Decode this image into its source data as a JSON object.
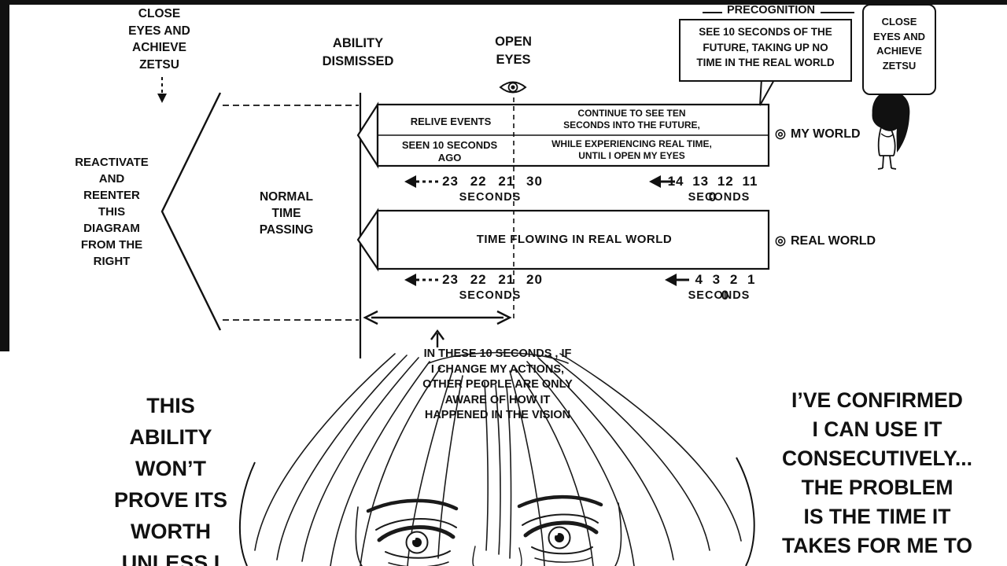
{
  "colors": {
    "ink": "#111111",
    "paper": "#ffffff"
  },
  "top": {
    "zetsu_note": "CLOSE\nEYES AND\nACHIEVE\nZETSU",
    "ability_dismissed": "ABILITY\nDISMISSED",
    "open_eyes": "OPEN\nEYES",
    "precognition_title": "PRECOGNITION",
    "precognition_body": "SEE 10 SECONDS OF THE\nFUTURE, TAKING UP NO\nTIME IN THE REAL WORLD",
    "zetsu_box": "CLOSE\nEYES AND\nACHIEVE\nZETSU"
  },
  "left_side": {
    "reactivate": "REACTIVATE\nAND\nREENTER\nTHIS\nDIAGRAM\nFROM THE\nRIGHT",
    "normal_time": "NORMAL\nTIME\nPASSING"
  },
  "my_world": {
    "bullet": "◎",
    "label": "MY WORLD",
    "relive_top": "RELIVE EVENTS",
    "relive_bottom": "SEEN 10 SECONDS\nAGO",
    "continue_top": "CONTINUE TO SEE TEN\nSECONDS INTO THE FUTURE,",
    "continue_bottom": "WHILE EXPERIENCING REAL TIME,\nUNTIL I OPEN MY EYES",
    "ticks_left": "23 22 21 30",
    "ticks_left_unit": "SECONDS",
    "ticks_right": "14 13 12 11 0",
    "ticks_right_unit": "SECONDS"
  },
  "real_world": {
    "bullet": "◎",
    "label": "REAL WORLD",
    "bar_text": "TIME FLOWING IN REAL WORLD",
    "ticks_left": "23 22 21 20",
    "ticks_left_unit": "SECONDS",
    "ticks_right": "4 3 2 1 0",
    "ticks_right_unit": "SECONDS"
  },
  "note_10s": "IN THESE 10 SECONDS , IF\nI CHANGE MY ACTIONS,\nOTHER PEOPLE ARE ONLY\nAWARE OF HOW IT\nHAPPENED IN THE VISION",
  "speech": {
    "left": "THIS\nABILITY\nWON’T\nPROVE ITS\nWORTH\nUNLESS I",
    "right": "I’VE CONFIRMED\nI CAN USE IT\nCONSECUTIVELY...\nTHE PROBLEM\nIS THE TIME IT\nTAKES FOR ME TO"
  }
}
